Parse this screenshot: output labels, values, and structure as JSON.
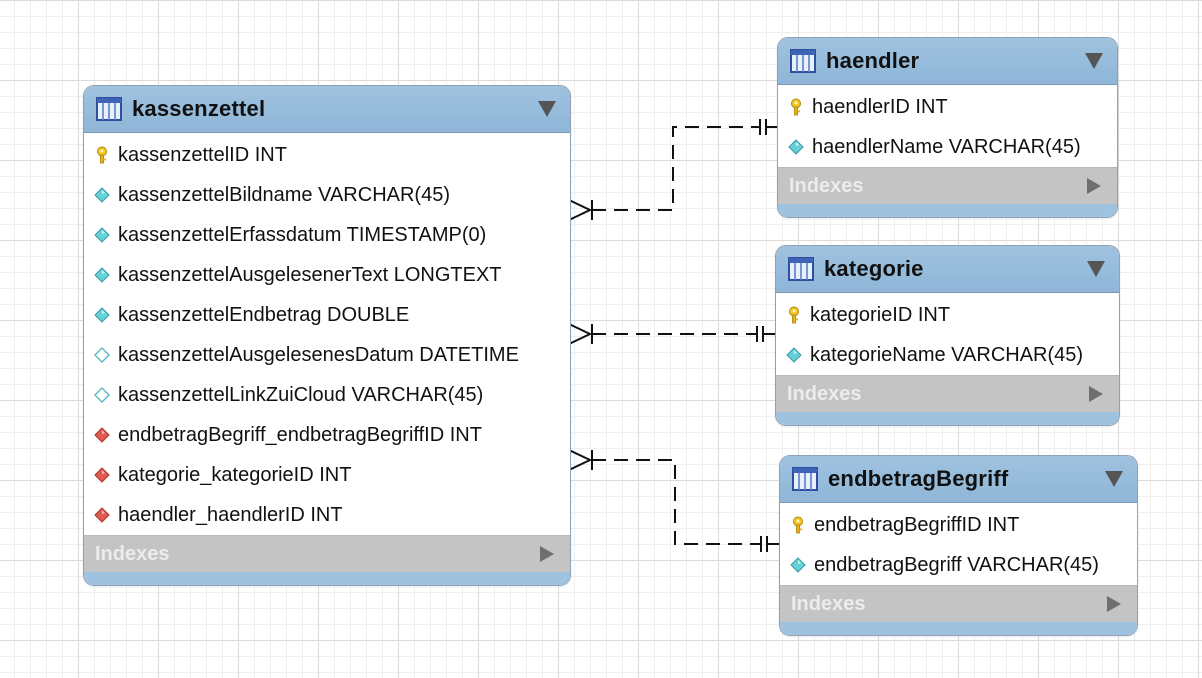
{
  "colors": {
    "header": "#9fc2df",
    "indexes_bar": "#c4c4c4",
    "key_icon": "#f1c40f",
    "column_icon": "#5ec8d3",
    "foreign_key_icon": "#e0524a",
    "connector": "#111111"
  },
  "entities": {
    "kassenzettel": {
      "title": "kassenzettel",
      "columns": [
        {
          "text": "kassenzettelID INT",
          "icon": "primary-key-icon"
        },
        {
          "text": "kassenzettelBildname VARCHAR(45)",
          "icon": "column-icon"
        },
        {
          "text": "kassenzettelErfassdatum TIMESTAMP(0)",
          "icon": "column-icon"
        },
        {
          "text": "kassenzettelAusgelesenerText LONGTEXT",
          "icon": "column-icon"
        },
        {
          "text": "kassenzettelEndbetrag DOUBLE",
          "icon": "column-icon"
        },
        {
          "text": "kassenzettelAusgelesenesDatum DATETIME",
          "icon": "nullable-column-icon"
        },
        {
          "text": "kassenzettelLinkZuiCloud VARCHAR(45)",
          "icon": "nullable-column-icon"
        },
        {
          "text": "endbetragBegriff_endbetragBegriffID INT",
          "icon": "foreign-key-icon"
        },
        {
          "text": "kategorie_kategorieID INT",
          "icon": "foreign-key-icon"
        },
        {
          "text": "haendler_haendlerID INT",
          "icon": "foreign-key-icon"
        }
      ],
      "indexes_label": "Indexes"
    },
    "haendler": {
      "title": "haendler",
      "columns": [
        {
          "text": "haendlerID INT",
          "icon": "primary-key-icon"
        },
        {
          "text": "haendlerName VARCHAR(45)",
          "icon": "column-icon"
        }
      ],
      "indexes_label": "Indexes"
    },
    "kategorie": {
      "title": "kategorie",
      "columns": [
        {
          "text": "kategorieID INT",
          "icon": "primary-key-icon"
        },
        {
          "text": "kategorieName VARCHAR(45)",
          "icon": "column-icon"
        }
      ],
      "indexes_label": "Indexes"
    },
    "endbetragBegriff": {
      "title": "endbetragBegriff",
      "columns": [
        {
          "text": "endbetragBegriffID INT",
          "icon": "primary-key-icon"
        },
        {
          "text": "endbetragBegriff VARCHAR(45)",
          "icon": "column-icon"
        }
      ],
      "indexes_label": "Indexes"
    }
  },
  "relationships": [
    {
      "from": "kassenzettel",
      "to": "haendler",
      "type": "many-to-one"
    },
    {
      "from": "kassenzettel",
      "to": "kategorie",
      "type": "many-to-one"
    },
    {
      "from": "kassenzettel",
      "to": "endbetragBegriff",
      "type": "many-to-one"
    }
  ]
}
